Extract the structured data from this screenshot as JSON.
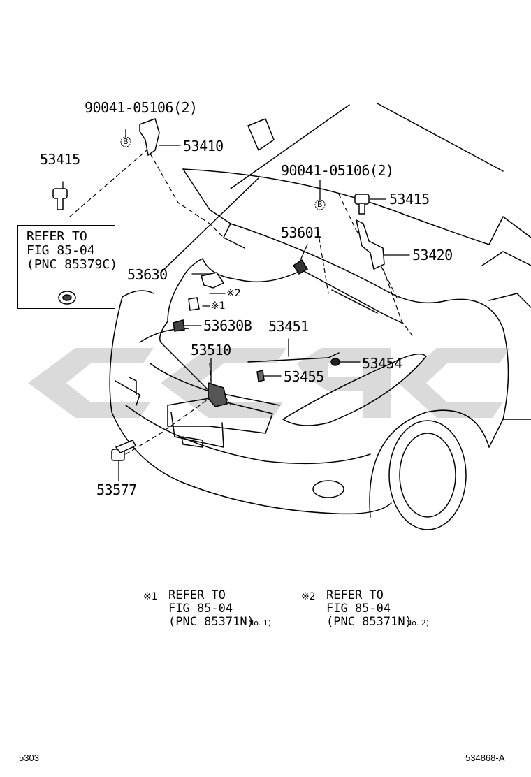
{
  "parts": {
    "p90041_left": "90041-05106(2)",
    "p53410": "53410",
    "p53415_left": "53415",
    "p90041_right": "90041-05106(2)",
    "p53415_right": "53415",
    "p53601": "53601",
    "p53420": "53420",
    "p53630": "53630",
    "p53630B": "53630B",
    "p53451": "53451",
    "p53510": "53510",
    "p53454": "53454",
    "p53455": "53455",
    "p53577": "53577"
  },
  "refer_box": {
    "line1": "REFER TO",
    "line2": "FIG 85-04",
    "line3": "(PNC 85379C)"
  },
  "markers": {
    "mark1": "※1",
    "mark2": "※2",
    "bolt_b": "B"
  },
  "notes": {
    "note1_mark": "※1",
    "note1_line1": "REFER TO",
    "note1_line2": "FIG 85-04",
    "note1_line3": "(PNC 85371N)",
    "note1_suffix": "No. 1)",
    "note2_mark": "※2",
    "note2_line1": "REFER TO",
    "note2_line2": "FIG 85-04",
    "note2_line3": "(PNC 85371N)",
    "note2_suffix": "No. 2)"
  },
  "footer": {
    "page_code": "5303",
    "figure_id": "534868-A"
  },
  "colors": {
    "ink": "#000000",
    "watermark": "#d4d4d4"
  }
}
